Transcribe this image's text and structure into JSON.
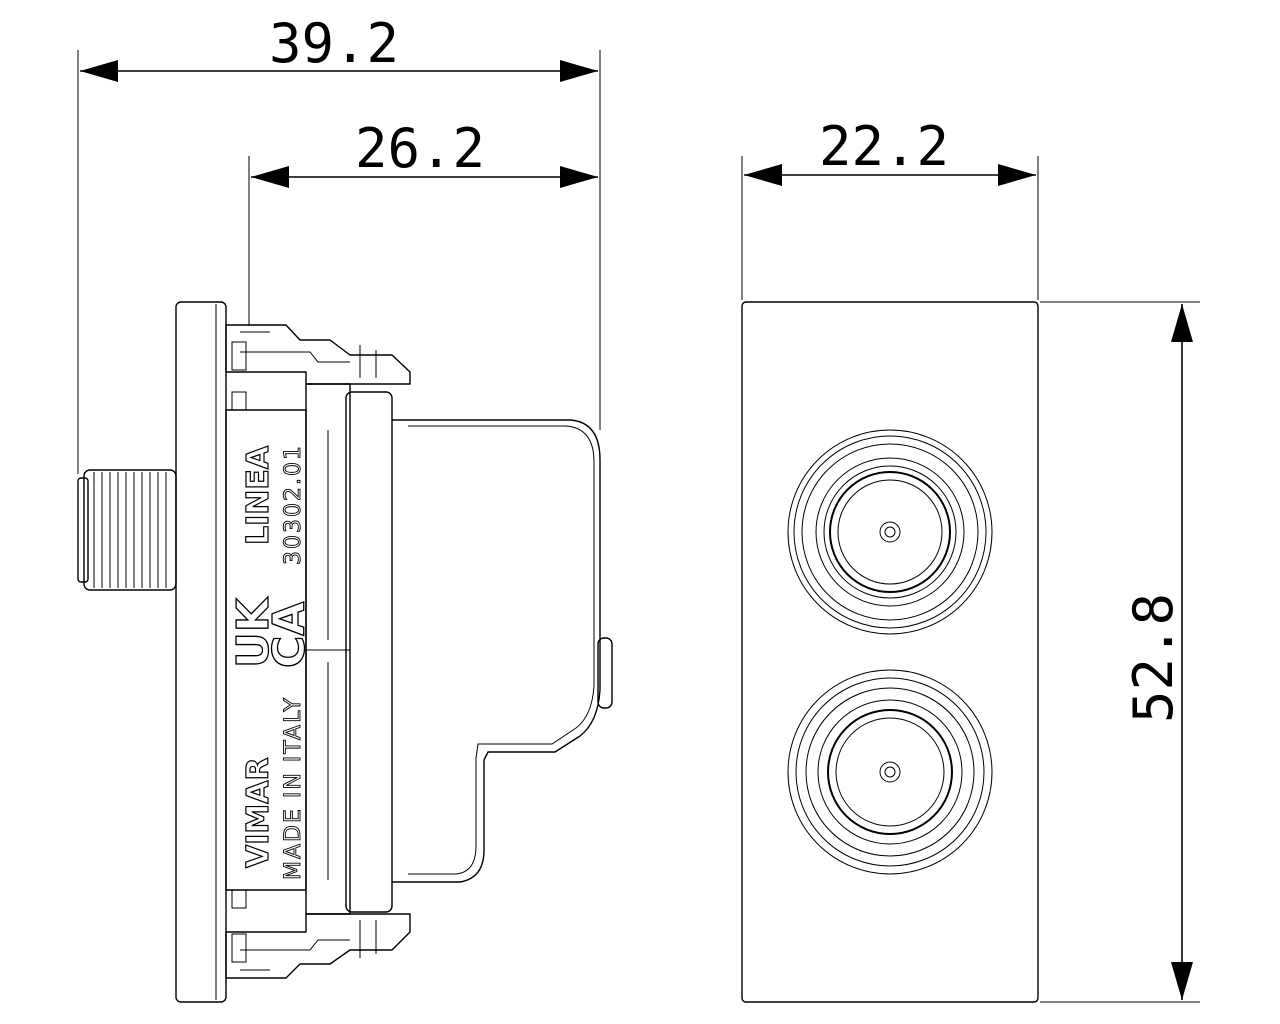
{
  "dimensions": {
    "overall_depth": "39.2",
    "body_depth": "26.2",
    "width": "22.2",
    "height": "52.8"
  },
  "markings": {
    "series": "LINEA",
    "code": "30302.01",
    "cert_top": "UK",
    "cert_bottom": "CA",
    "brand": "VIMAR",
    "origin": "MADE IN ITALY"
  }
}
